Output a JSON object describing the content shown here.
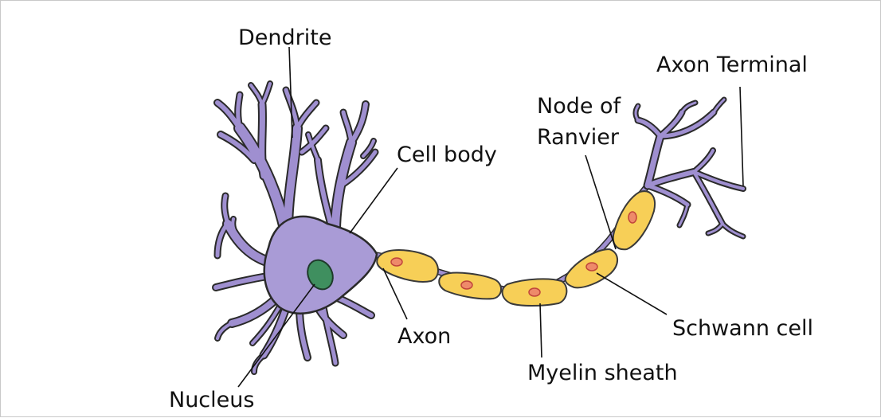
{
  "colors": {
    "cell_body": "#a99bd6",
    "outline": "#2a2a2a",
    "nucleus": "#3f8f5f",
    "myelin": "#f7cf57",
    "schwann_nucleus": "#ee8a6a",
    "axon_core": "#a3a3c8"
  },
  "labels": {
    "dendrite": "Dendrite",
    "axon_terminal": "Axon Terminal",
    "node_of_ranvier_line1": "Node of",
    "node_of_ranvier_line2": "Ranvier",
    "cell_body": "Cell body",
    "axon": "Axon",
    "schwann_cell": "Schwann cell",
    "myelin_sheath": "Myelin sheath",
    "nucleus": "Nucleus"
  }
}
